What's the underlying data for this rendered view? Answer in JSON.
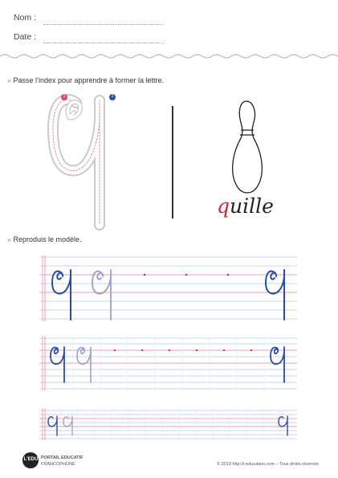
{
  "header": {
    "name_label": "Nom :",
    "date_label": "Date :"
  },
  "instructions": {
    "step1": "Passe l’index pour apprendre à former la lettre.",
    "step2": "Reproduis le modèle."
  },
  "illustration": {
    "word_letter": "q",
    "word_rest": "uille",
    "object_icon": "bowling-pin-icon"
  },
  "tracing_markers": {
    "start": "1",
    "second": "2"
  },
  "footer": {
    "logo": "L’EDU",
    "logo_line1": "PORTAIL EDUCATIF",
    "logo_line2": "FRANCOPHONE",
    "copyright": "© 2019 http://i-education.com – Tous droits réservés"
  },
  "colors": {
    "letter_blue": "#2a4fa0",
    "trace_gray_blue": "#9aa0c8",
    "accent_red": "#c8283c",
    "line_blue": "#b8c4e8",
    "line_pink": "#e8a0b0"
  }
}
